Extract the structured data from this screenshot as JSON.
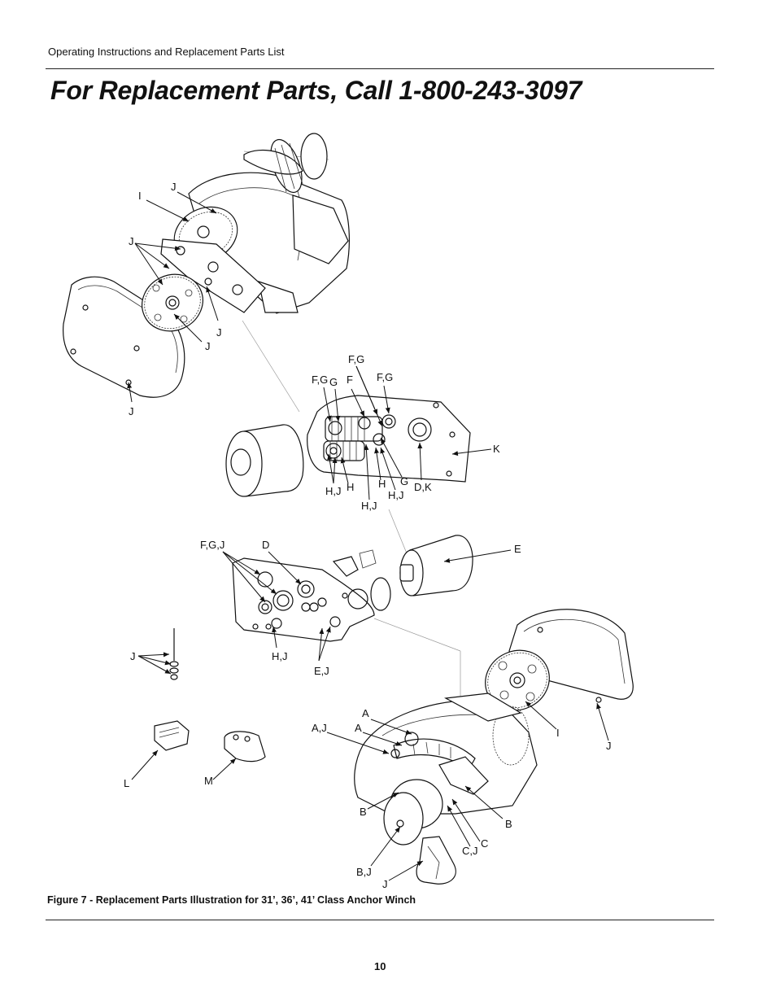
{
  "header": {
    "text": "Operating Instructions and Replacement Parts List"
  },
  "title": "For Replacement Parts, Call  1-800-243-3097",
  "figure": {
    "caption": "Figure 7 - Replacement Parts Illustration for 31’, 36’, 41’ Class Anchor Winch",
    "callouts": {
      "top_i": "I",
      "top_j1": "J",
      "top_j2": "J",
      "top_j3": "J",
      "top_j4": "J",
      "top_j5": "J",
      "gear_fg1": "F,G",
      "gear_fg2": "F,G",
      "gear_g1": "G",
      "gear_f": "F",
      "gear_fg3": "F,G",
      "gear_k": "K",
      "gear_hj1": "H,J",
      "gear_h1": "H",
      "gear_h2": "H",
      "gear_g2": "G",
      "gear_hj2": "H,J",
      "gear_dk": "D,K",
      "gear_hj3": "H,J",
      "plate_fgj": "F,G,J",
      "plate_d": "D",
      "plate_e": "E",
      "plate_j": "J",
      "plate_hj": "H,J",
      "plate_ej": "E,J",
      "base_a1": "A",
      "base_aj": "A,J",
      "base_a2": "A",
      "base_i": "I",
      "base_j1": "J",
      "base_l": "L",
      "base_m": "M",
      "base_b1": "B",
      "base_b2": "B",
      "base_c": "C",
      "base_cj": "C,J",
      "base_bj": "B,J",
      "base_j2": "J"
    }
  },
  "page_number": "10"
}
